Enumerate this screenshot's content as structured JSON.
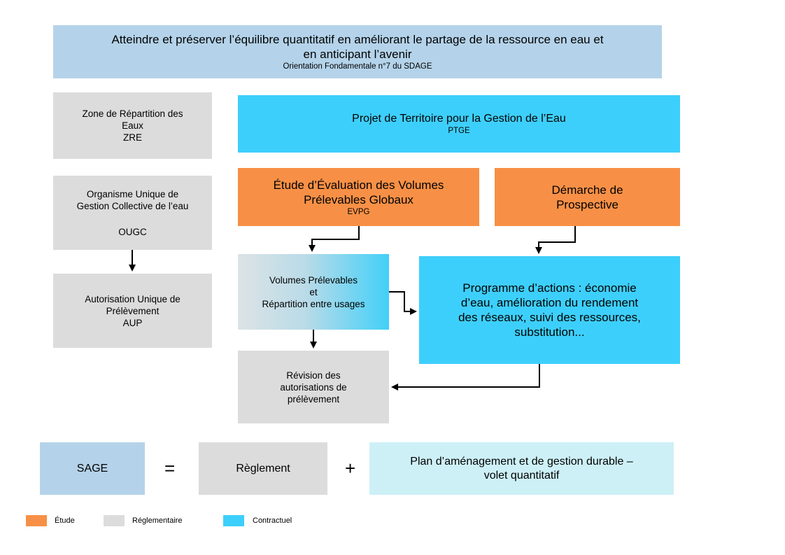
{
  "header": {
    "title_line1": "Atteindre et préserver l’équilibre quantitatif en améliorant le partage de la ressource en eau et",
    "title_line2": "en anticipant l’avenir",
    "subtitle": "Orientation Fondamentale n°7 du SDAGE"
  },
  "zre": {
    "line1": "Zone de Répartition des",
    "line2": "Eaux",
    "abbr": "ZRE"
  },
  "ougc": {
    "line1": "Organisme Unique de",
    "line2": "Gestion Collective de l’eau",
    "abbr": "OUGC"
  },
  "aup": {
    "line1": "Autorisation Unique de",
    "line2": "Prélèvement",
    "abbr": "AUP"
  },
  "ptge": {
    "title": "Projet de Territoire pour la Gestion de l’Eau",
    "abbr": "PTGE"
  },
  "evpg": {
    "line1": "Étude d’Évaluation des Volumes",
    "line2": "Prélevables Globaux",
    "abbr": "EVPG"
  },
  "prospective": {
    "line1": "Démarche de",
    "line2": "Prospective"
  },
  "volumes": {
    "line1": "Volumes Prélevables",
    "line2": "et",
    "line3": "Répartition entre usages"
  },
  "programme": {
    "line1": "Programme d’actions : économie",
    "line2": "d’eau, amélioration du rendement",
    "line3": "des réseaux, suivi des ressources,",
    "line4": "substitution..."
  },
  "revision": {
    "line1": "Révision des",
    "line2": "autorisations de",
    "line3": "prélèvement"
  },
  "equation": {
    "sage": "SAGE",
    "equals": "=",
    "reglement": "Règlement",
    "plus": "+",
    "plan_line1": "Plan d’aménagement et de gestion durable –",
    "plan_line2": "volet quantitatif"
  },
  "legend": [
    {
      "label": "Étude",
      "color": "#f79046"
    },
    {
      "label": "Réglementaire",
      "color": "#dcdcdc"
    },
    {
      "label": "Contractuel",
      "color": "#3dcffb"
    }
  ]
}
